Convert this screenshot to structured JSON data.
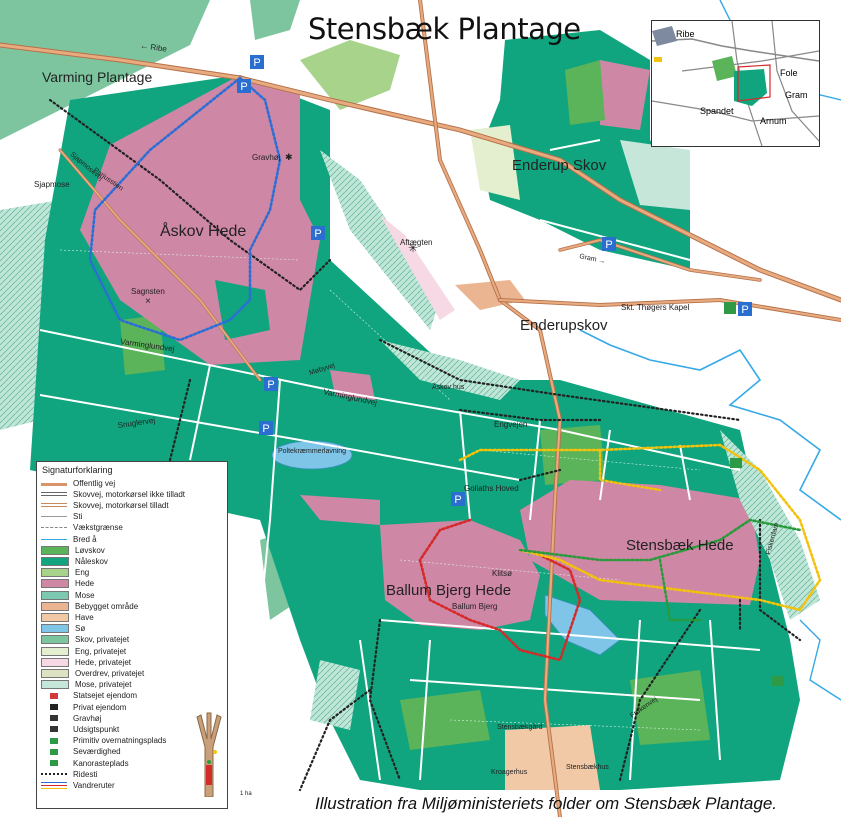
{
  "title": "Stensbæk Plantage",
  "caption": "Illustration fra Miljøministeriets folder om Stensbæk Plantage.",
  "map_labels": {
    "varming_plantage": "Varming Plantage",
    "askov_hede": "Åskov Hede",
    "enderup_skov": "Enderup Skov",
    "enderupskov": "Enderupskov",
    "stensbaek_hede": "Stensbæk Hede",
    "ballum_bjerg_hede": "Ballum Bjerg Hede",
    "ballum_bjerg": "Ballum Bjerg",
    "sjapmose": "Sjapmose",
    "sjapmosevej": "Sjapmosevej",
    "pariusstien": "Pariusstien",
    "sagnsten": "Sagnsten",
    "gravhoj": "Gravhøj",
    "aftaegten": "Aftægten",
    "skt_thogers_kapel": "Skt. Thøgers Kapel",
    "varminglundvej_1": "Varminglundvej",
    "varminglundvej_2": "Varminglundvej",
    "snuglervej": "Snuglervej",
    "mosevej": "Møbyvej",
    "poltekraemmer": "Poltekræmmerlavning",
    "askov_hus": "Åskov hus",
    "engvejen": "Engvejen",
    "golaths_hoved": "Goliaths Hoved",
    "klitso": "Klitsø",
    "stensbaekgard": "Stensbækgård",
    "kroagerhus": "Kroagerhus",
    "stensbaekhus": "Stensbækhus",
    "ribe_arrow": "← Ribe",
    "gram_arrow": "Gram →",
    "frederikshojvej": "Frøkenvej",
    "fiskerdamvej": "Fiskerdam",
    "one_ha": "1 ha"
  },
  "parking": "P",
  "inset": {
    "ribe": "Ribe",
    "fole": "Fole",
    "gram": "Gram",
    "spandet": "Spandet",
    "arnum": "Arnum"
  },
  "legend": {
    "title": "Signaturforklaring",
    "items": [
      {
        "label": "Offentlig vej",
        "type": "road",
        "color": "#d9956a"
      },
      {
        "label": "Skovvej, motorkørsel ikke tilladt",
        "type": "double",
        "color": "#ffffff"
      },
      {
        "label": "Skovvej, motorkørsel tilladt",
        "type": "double-brown",
        "color": "#c68a5d"
      },
      {
        "label": "Sti",
        "type": "thin",
        "color": "#ffffff"
      },
      {
        "label": "Vækstgrænse",
        "type": "dashed",
        "color": "#888888"
      },
      {
        "label": "Bred å",
        "type": "river",
        "color": "#35a9e6"
      },
      {
        "label": "Løvskov",
        "type": "fill",
        "color": "#5bb35a"
      },
      {
        "label": "Nåleskov",
        "type": "fill",
        "color": "#10a57e"
      },
      {
        "label": "Eng",
        "type": "fill",
        "color": "#a8d38a"
      },
      {
        "label": "Hede",
        "type": "fill",
        "color": "#cf87a6"
      },
      {
        "label": "Mose",
        "type": "fill",
        "color": "#7cc8b0"
      },
      {
        "label": "Bebygget område",
        "type": "fill",
        "color": "#eab590"
      },
      {
        "label": "Have",
        "type": "fill",
        "color": "#f2c9a7"
      },
      {
        "label": "Sø",
        "type": "fill",
        "color": "#7ec5e8"
      },
      {
        "label": "Skov, privatejet",
        "type": "fill",
        "color": "#7cc59f"
      },
      {
        "label": "Eng, privatejet",
        "type": "fill",
        "color": "#e4efcf"
      },
      {
        "label": "Hede, privatejet",
        "type": "fill",
        "color": "#f7d9e6"
      },
      {
        "label": "Overdrev, privatejet",
        "type": "fill",
        "color": "#dde3c2"
      },
      {
        "label": "Mose, privatejet",
        "type": "fill",
        "color": "#c6e6da"
      },
      {
        "label": "Statsejet ejendom",
        "type": "symbol",
        "color": "#d43838"
      },
      {
        "label": "Privat ejendom",
        "type": "symbol",
        "color": "#222222"
      },
      {
        "label": "Gravhøj",
        "type": "symbol",
        "color": "#333333"
      },
      {
        "label": "Udsigtspunkt",
        "type": "symbol",
        "color": "#333333"
      },
      {
        "label": "Primitiv overnatningsplads",
        "type": "symbol",
        "color": "#2e9a45"
      },
      {
        "label": "Seværdighed",
        "type": "symbol",
        "color": "#2e9a45"
      },
      {
        "label": "Kanorasteplads",
        "type": "symbol",
        "color": "#2e9a45"
      },
      {
        "label": "Ridesti",
        "type": "dots",
        "color": "#222222"
      },
      {
        "label": "Vandreruter",
        "type": "dots-multi",
        "color": "#2c6fd4"
      }
    ]
  },
  "colors": {
    "conifer": "#10a57e",
    "deciduous": "#5bb35a",
    "heath": "#cf87a6",
    "meadow": "#a8d38a",
    "private_forest": "#7cc59f",
    "road": "#d9956a",
    "river": "#35a9e6",
    "lake": "#7ec5e8",
    "route_blue": "#2c6fd4",
    "route_red": "#d42a2a",
    "route_yellow": "#f2c20c",
    "route_green": "#2a9a3c"
  }
}
